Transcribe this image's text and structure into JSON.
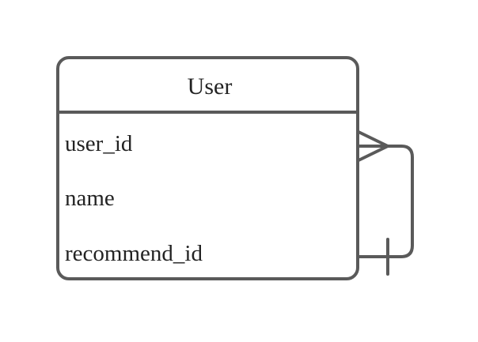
{
  "diagram": {
    "type": "entity-relationship-diagram",
    "background_color": "#ffffff",
    "stroke_color": "#5a5a5a",
    "text_color": "#232323",
    "entity": {
      "title": "User",
      "attributes": [
        {
          "name": "user_id"
        },
        {
          "name": "name"
        },
        {
          "name": "recommend_id"
        }
      ]
    },
    "relationship": {
      "label": "",
      "kind": "self-referencing",
      "source_cardinality": "many",
      "target_cardinality": "one",
      "source_notation": "crows-foot",
      "target_notation": "single-tick"
    }
  }
}
